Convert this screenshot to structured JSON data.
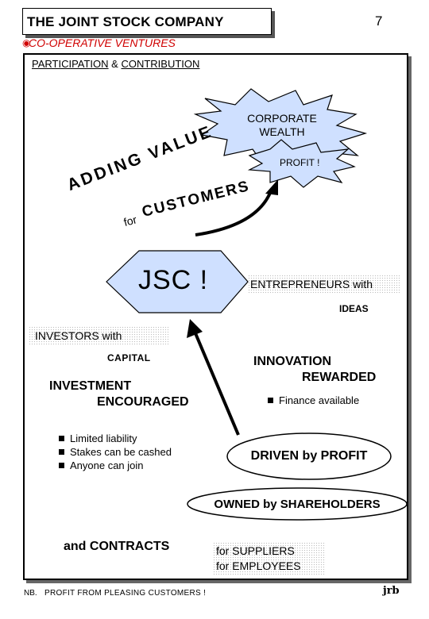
{
  "header": {
    "title": "THE JOINT STOCK COMPANY",
    "page_number": "7"
  },
  "subtitle": "CO-OPERATIVE VENTURES",
  "section_title": {
    "part1": "PARTICIPATION",
    "amp": " & ",
    "part2": "CONTRIBUTION"
  },
  "corporate_wealth": {
    "line1": "CORPORATE",
    "line2": "WEALTH"
  },
  "profit_burst": "PROFIT !",
  "adding_value": "ADDING VALUE",
  "for_label": "for",
  "customers": "CUSTOMERS",
  "jsc_label": "JSC !",
  "entrepreneurs": "ENTREPRENEURS with",
  "ideas": "IDEAS",
  "investors": "INVESTORS with",
  "capital": "CAPITAL",
  "innovation": {
    "line1": "INNOVATION",
    "line2": "REWARDED"
  },
  "finance": "Finance available",
  "investment": {
    "line1": "INVESTMENT",
    "line2": "ENCOURAGED"
  },
  "bullets": [
    "Limited liability",
    "Stakes can be cashed",
    "Anyone can join"
  ],
  "driven": "DRIVEN by PROFIT",
  "owned": "OWNED by SHAREHOLDERS",
  "contracts": "and CONTRACTS",
  "suppliers": {
    "line1": "for SUPPLIERS",
    "line2": "for EMPLOYEES"
  },
  "footnote": {
    "label": "NB.",
    "text": "PROFIT FROM PLEASING CUSTOMERS !"
  },
  "signature": "jrb",
  "colors": {
    "subtitle": "#d00000",
    "burst": "#cfe0ff",
    "jsc": "#cfe0ff",
    "text": "#000000"
  }
}
